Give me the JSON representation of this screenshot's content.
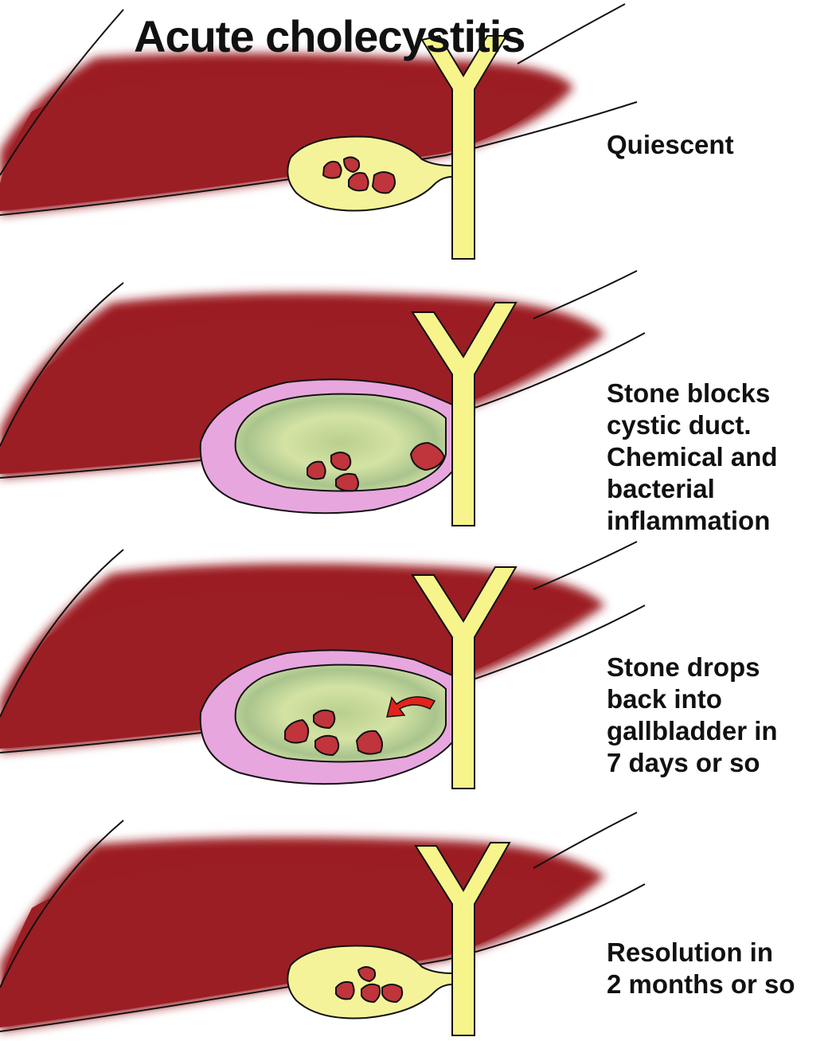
{
  "title": "Acute cholecystitis",
  "stages": [
    {
      "lines": [
        "Quiescent"
      ]
    },
    {
      "lines": [
        "Stone blocks",
        "cystic duct.",
        "Chemical and",
        "bacterial",
        "inflammation"
      ]
    },
    {
      "lines": [
        "Stone drops",
        "back into",
        "gallbladder in",
        "7 days or so"
      ]
    },
    {
      "lines": [
        "Resolution in",
        "2 months or so"
      ]
    }
  ],
  "colors": {
    "liver": "#9b1e24",
    "bile_duct": "#f7f48c",
    "gallbladder_normal": "#f5f39a",
    "gallbladder_inflamed_wall": "#e8a6df",
    "gallbladder_inflamed_content": "#c9d99a",
    "stone": "#c0343c",
    "arrow": "#e0231c"
  }
}
